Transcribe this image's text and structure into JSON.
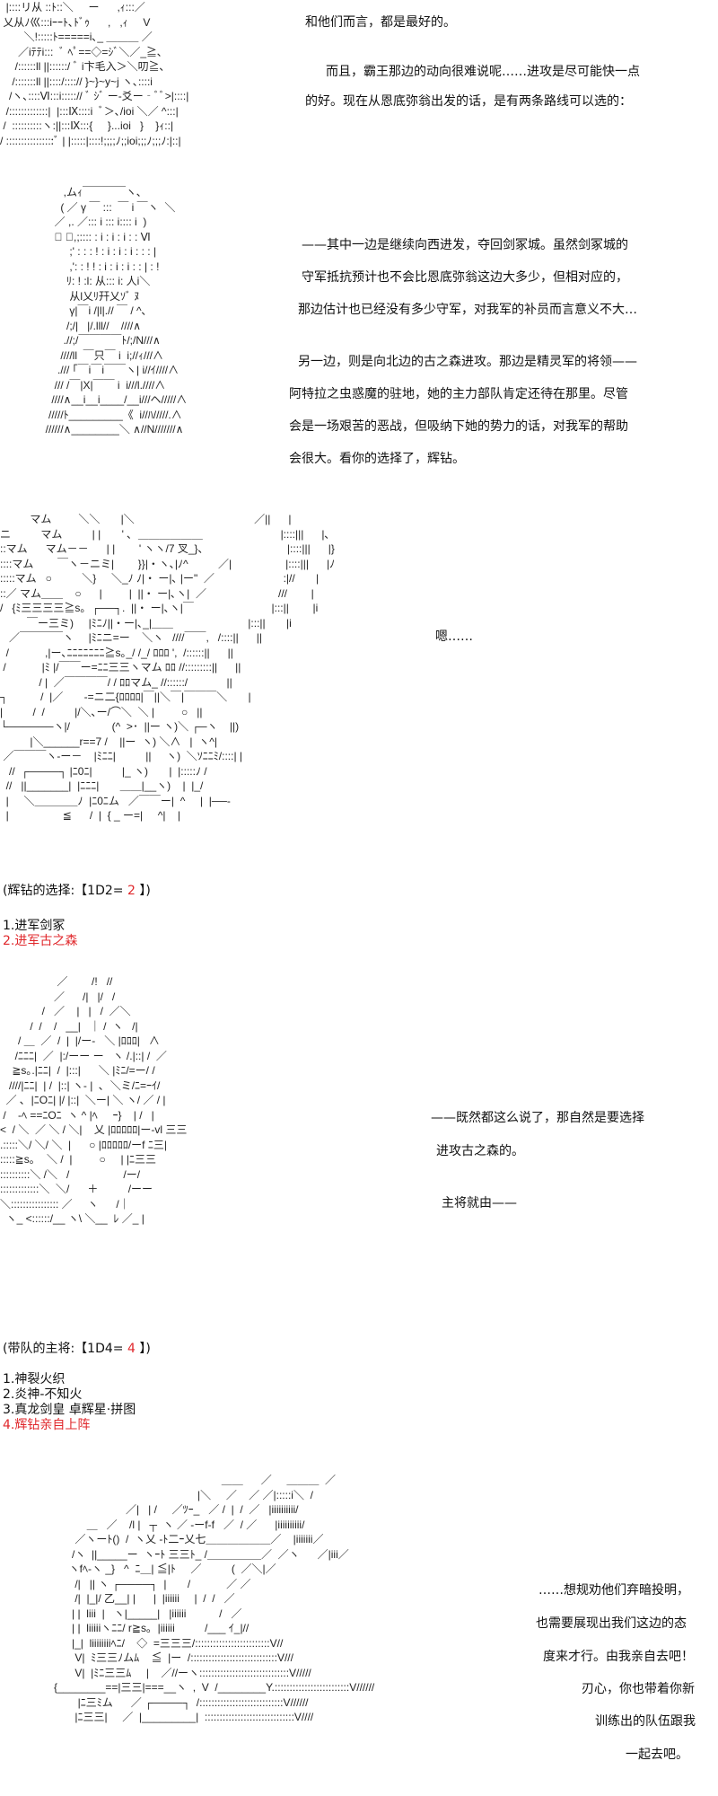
{
  "scene1": {
    "art": "  |::::リ从 ::ﾄ::＼     ー      ,ｨ:::／\n 乂从ﾉ巛:::iｰｰﾄ､ﾄﾞｩ      ,   ,ｨ     V\n        ＼!:::::ﾄ=====i､_ ＿＿＿ ／\n      ／iﾃﾃi:::  ﾞ ﾍﾟ==◇=ｼﾞ＼／_≧､\n     /::::::ll ||::::::/ ﾞ i卞毛入＞＼叨≧､\n    /:::::::ll ||::::/::::// }~}~y~j ヽ､::::i\n   /ヽ､::::Ⅵ:::i:::::// ﾞ ｼﾞ ー-爻ー‐ﾞﾞ>|::::|\n  /:::::::::::::|  |:::Ⅸ::::i  ﾞ＞､/ioi ＼／ ^:::|\n /  ::::::::::ヽ:||:::Ⅸ:::{     }...ioi   }    }ｨ::|\n/ ::::::::::::::::ﾞ | |:::::|::::!;;;;ﾉ;;ioi;;;ﾉ;;;ﾉ:|::|",
    "lines": [
      "和他们而言，都是最好的。",
      "而且，霸王那边的动向很难说呢……进攻是尽可能快一点",
      "的好。现在从恩底弥翁出发的话，是有两条路线可以选的："
    ]
  },
  "scene2": {
    "art": "        ,ムｨ￣￣￣￣ヽ､\n       ( ／ γ ￣ :::  ￣ i ￣ヽ  ＼\n     ／ ,. ／::: i ::: i:::: i  )\n     ﾞ ＼,;:::: : i : i : i : : Ⅵ\n          ;' : : : ! : i : i : i : : : |\n          ,': : ! ! : i : i : i : : | : !\n         ﾘ: ! :l: 从::: i: 人i＼\n          从l乂ﾘ幵乂ｿﾞ ﾇ\n          γ|￣i /|l|.// ￣ / ^､\n         /;/|   |/.lll//    ////∧\n        .//;/￣￣￣￣ﾄ/;/N///∧\n       ////ll  ￣只￣ i  i;//ｨ///∧\n      ./// ｢￣i￣i￣￣ヽ| i//ｲ////∧\n     /// /￣|X|￣￣ i  i///l.////∧\n    ////∧__i__i____/__i///ヘ/////∧\n   /////ﾄ_________《  i//ﾊ/////.∧\n  //////∧________＼ ∧//N///////∧",
    "lines": [
      "——其中一边是继续向西进发，夺回剑冢城。虽然剑冢城的",
      "守军抵抗预计也不会比恩底弥翁这边大多少，但相对应的，",
      "那边估计也已经没有多少守军，对我军的补员而言意义不大…",
      "另一边，则是向北边的古之森进攻。那边是精灵军的将领——",
      "阿特拉之虫惑魔的驻地，她的主力部队肯定还待在那里。尽管",
      "会是一场艰苦的恶战，但吸纳下她的势力的话，对我军的帮助",
      "会很大。看你的选择了，辉钻。"
    ]
  },
  "scene3": {
    "art": "          マム         ＼＼       |＼                                        ／||      |\nニ          マム          | |       ' ､  ＿＿＿＿＿＿                          |::::|||      |､\n::マム      マム－－      | |        ' ヽヽ/7 叉_}､                            |::::|||      |}\n::::マム        ￣ヽ－ニミ|        }}|・ヽ､|ﾉ^          ／|                  |::::|||      |ﾉ\n:::::マム   ○          ＼}     ＼_ﾉ ﾉ|・ ー|､ |ー\"  ／                       :|//       |\n::／ マム＿＿    ○      |         |  ||・ ー|､ヽ|  ／                        ///        |\n/   {ﾐ三三三三≧s｡  ┌──┐.  ||・ ー|､ヽ|￣                          |:::||        |i\n         ￣ー三ミ)     |ﾐﾆﾉ||・ー|､_|＿＿                         |:::||       |i\n   ／￣￣￣￣ヽ     |ﾐﾆニ=ー    ＼ヽ   ////￣￣,   /::::||      ||\n  /            ,|ー､ﾆﾆﾆﾆﾆﾆﾆ≧s｡_/ /_/ ﾛﾛﾛ ',  /::::::||      ||\n /            |ﾐ |/￣￣ー=ﾆﾆ三三ヽマム ﾛﾛ //:::::::::||      ||\n             / |  ／￣￣￣￣/ / ﾛﾛマム_ //::::::/             ||\n┐           /  |／       -=ニ二{ﾛﾛﾛﾛ|￣||＼￣|￣￣￣＼       |\n|          /  /          |/＼､ー/⌒＼  ＼ |         ○   ||\n└──────ヽ|/              (^  >･  ||ー ヽ)＼ ┌─ヽ    ||)\n          |＼______r==7 /    ||ー  ヽ) ＼∧   |  ヽ^|\n ／￣￣￣ヽ-ー－    |ﾐﾆﾆ|          ||     ヽ)  ＼ｿﾆﾆﾐ/::::| |\n   //  ┌────┐ |ﾆ0ﾆ|          |_ ヽ)       |  |:::::ﾉ /\n  //   ||_______|  |ﾆﾆﾆ|       ＿＿|__ヽ)    |  |_/\n  |     ＼＿＿＿＿ﾉ  |ﾆ0ﾆム   ／￣￣ー|  ^     |  |──-\n  |                  ≦      /  |  { _ ー=|     ^|    |",
    "lines": [
      "嗯……"
    ],
    "roll": {
      "prefix": "(辉钻的选择:【1D2= ",
      "value": "2",
      "suffix": " 】)"
    },
    "options": [
      "1.进军剑冢",
      "2.进军古之森"
    ],
    "selected_index": 1
  },
  "scene4": {
    "art": "                   ／        /!   //\n                  ／      /|   |/   /  \n              /   ／    |   |   /  ／＼ \n          /  /    /   __|   ｜ /  ヽ   /|  \n      / ＿  ／  /  |  |/ー-   ＼ |ﾛﾛﾛ|   ∧  \n     /ﾆﾆﾆ|  ／  |:/ーー ー   ヽ /.|::| /  ／ \n    ≧s｡.|ﾆﾆ|  /  |:::|      ＼ |ﾐﾆ/=ー/ /\n   ////|ﾆﾆ|  | /  |::| ヽ- |  ､  ＼ミ/ﾆ=ｰｲ/ \n  ／ ､  |ﾆOﾆ| |/ |::|  ＼ー| ＼ ヽ/ ／ / |\n /    -ﾍ ==ﾆOﾆ  ヽ ^ |ﾍ     ｰ}    | /   |\n<  / ＼  ／ ＼ / ＼|    乂 |ﾛﾛﾛﾛﾛ|ー-vl 三三 \n.:::::＼/ ＼/ ＼  |      ○ |ﾛﾛﾛﾛﾛ/ーf ﾆ三|\n:::::≧s｡    ＼ /  |         ○     | |ﾆ三三\n::::::::::＼ /＼   /                  /ー/\n:::::::::::::＼  ＼/      ＋          /ーー  \n＼:::::::::::::::: ／     ヽ      /｜ \n  ヽ_ <::::::/__ ヽ\\ ＼__  ﾚ ／_ |  ",
    "lines": [
      "——既然都这么说了，那自然是要选择",
      "进攻古之森的。",
      "主将就由——"
    ],
    "roll": {
      "prefix": "(带队的主将:【1D4= ",
      "value": "4",
      "suffix": " 】)"
    },
    "options": [
      "1.神裂火织",
      "2.炎神-不知火",
      "3.真龙剑皇 卓辉星·拼图",
      "4.辉钻亲自上阵"
    ],
    "selected_index": 3
  },
  "scene5": {
    "art": "                                                           ＿＿      ／     ＿＿＿  ／\n                                                   |＼     ／    ／ ／|:::::i＼  /\n                           ／|   | /     ／ﾂｰ_   ／ /  |  /  ／   |iiiiiiiiii/\n              ＿   ／    /l |   ┬  ヽ ／ -ーf-f   ／  / ／      |iiiiiiiiii/\n          ／ヽーﾄ()  /  ヽ乂 -ﾄ二ｰ乂七＿＿＿＿＿＿／    |iiiiiii／\n         /ヽ  ||_____ー  ヽｰﾄ 三三ﾄ_ /＿＿＿＿＿／  ／ヽ      ／|iii／\n        ヽfﾍ-ヽ _}   ^  ﾆ＿| ≦|ﾄ     ／          (  ／＼|／\n          /|   || ヽ ┌────┐  |       /            ／ ／ \n          /|  |_|/ 乙__| |      |  |iiiiii     |  /  /   ／\n         | |  liii  |   ヽ|_____|   |iiiiii           /   ／ \n         | |  liiiiiヽﾆﾆ/ r≧s｡  |iiiiii          /___ ｲ_|//\n         |_|  liiiiiiiiﾍﾆ/    ◇  =三三三/:::::::::::::::::::::::::V//\n          V|  ﾐ三三ﾉムﾑ    ≦  |ー  /:::::::::::::::::::::::::::::V///\n          V|  |ﾐﾆ三三ﾑ     |    ／//ーヽ::::::::::::::::::::::::::::::V/////\n   {________==|三三|===__ヽ  ,  V  /________Y.:::::::::::::::::::::::::V//////\n           |ﾆ三ﾐム      ／ ┌────┐  /::::::::::::::::::::::::::::V//////\n          |ﾆ三三|     ／  |_________|  ::::::::::::::::::::::::::::::V////",
    "lines": [
      "……想规劝他们弃暗投明，",
      "也需要展现出我们这边的态",
      "度来才行。由我亲自去吧！",
      "刃心，你也带着你新",
      "训练出的队伍跟我",
      "一起去吧。"
    ]
  },
  "colors": {
    "highlight": "#e0282c",
    "text": "#111111"
  }
}
